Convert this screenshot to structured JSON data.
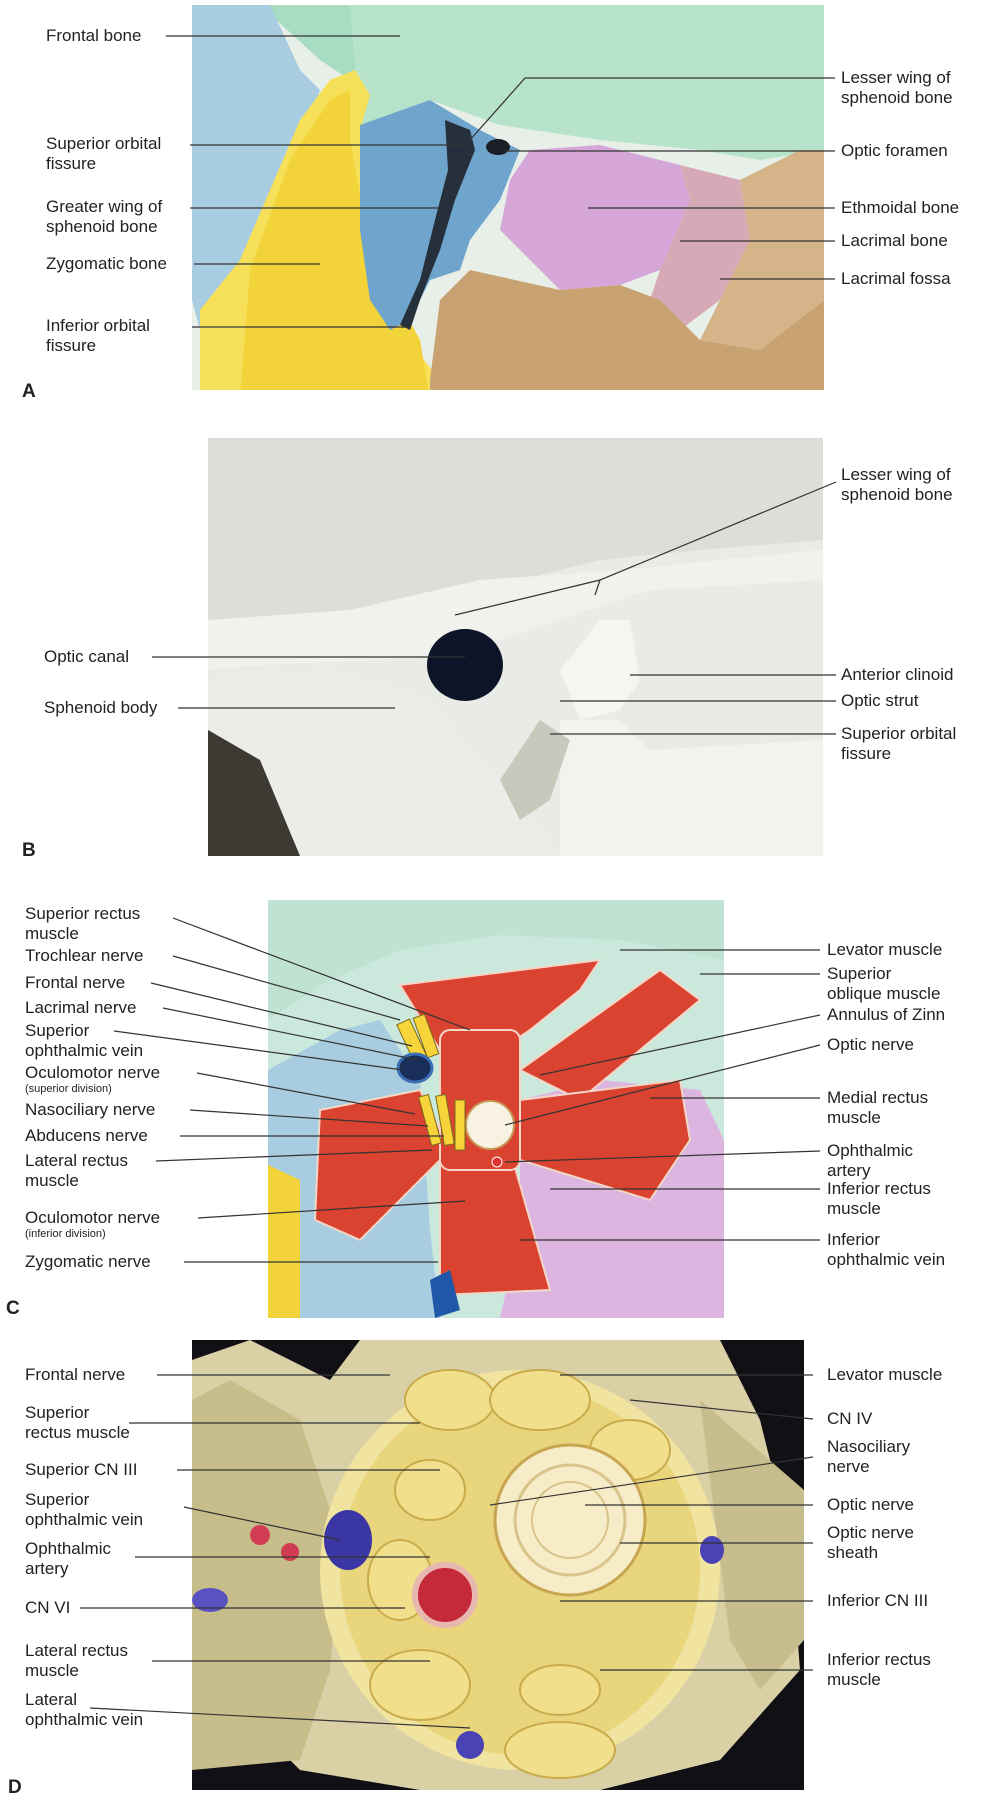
{
  "panels": {
    "a": {
      "letter": "A",
      "left": [
        "Frontal bone",
        "Superior orbital\nfissure",
        "Greater wing of\nsphenoid bone",
        "Zygomatic bone",
        "Inferior orbital\nfissure"
      ],
      "right": [
        "Lesser wing of\nsphenoid bone",
        "Optic foramen",
        "Ethmoidal bone",
        "Lacrimal bone",
        "Lacrimal fossa"
      ]
    },
    "b": {
      "letter": "B",
      "left": [
        "Optic canal",
        "Sphenoid body"
      ],
      "right": [
        "Lesser wing of\nsphenoid bone",
        "Anterior clinoid",
        "Optic strut",
        "Superior orbital\nfissure"
      ]
    },
    "c": {
      "letter": "C",
      "left": [
        "Superior rectus\nmuscle",
        "Trochlear nerve",
        "Frontal nerve",
        "Lacrimal nerve",
        "Superior\nophthalmic vein",
        "Oculomotor nerve",
        "Nasociliary nerve",
        "Abducens nerve",
        "Lateral rectus\nmuscle",
        "Oculomotor nerve",
        "Zygomatic nerve"
      ],
      "notes": [
        "(superior division)",
        "(inferior division)"
      ],
      "right": [
        "Levator muscle",
        "Superior\noblique muscle",
        "Annulus of Zinn",
        "Optic nerve",
        "Medial rectus\nmuscle",
        "Ophthalmic\nartery",
        "Inferior rectus\nmuscle",
        "Inferior\nophthalmic vein"
      ]
    },
    "d": {
      "letter": "D",
      "left": [
        "Frontal nerve",
        "Superior\nrectus muscle",
        "Superior CN III",
        "Superior\nophthalmic vein",
        "Ophthalmic\nartery",
        "CN VI",
        "Lateral rectus\nmuscle",
        "Lateral\nophthalmic vein"
      ],
      "right": [
        "Levator muscle",
        "CN IV",
        "Nasociliary\nnerve",
        "Optic nerve",
        "Optic nerve\nsheath",
        "Inferior CN III",
        "Inferior rectus\nmuscle"
      ]
    }
  }
}
